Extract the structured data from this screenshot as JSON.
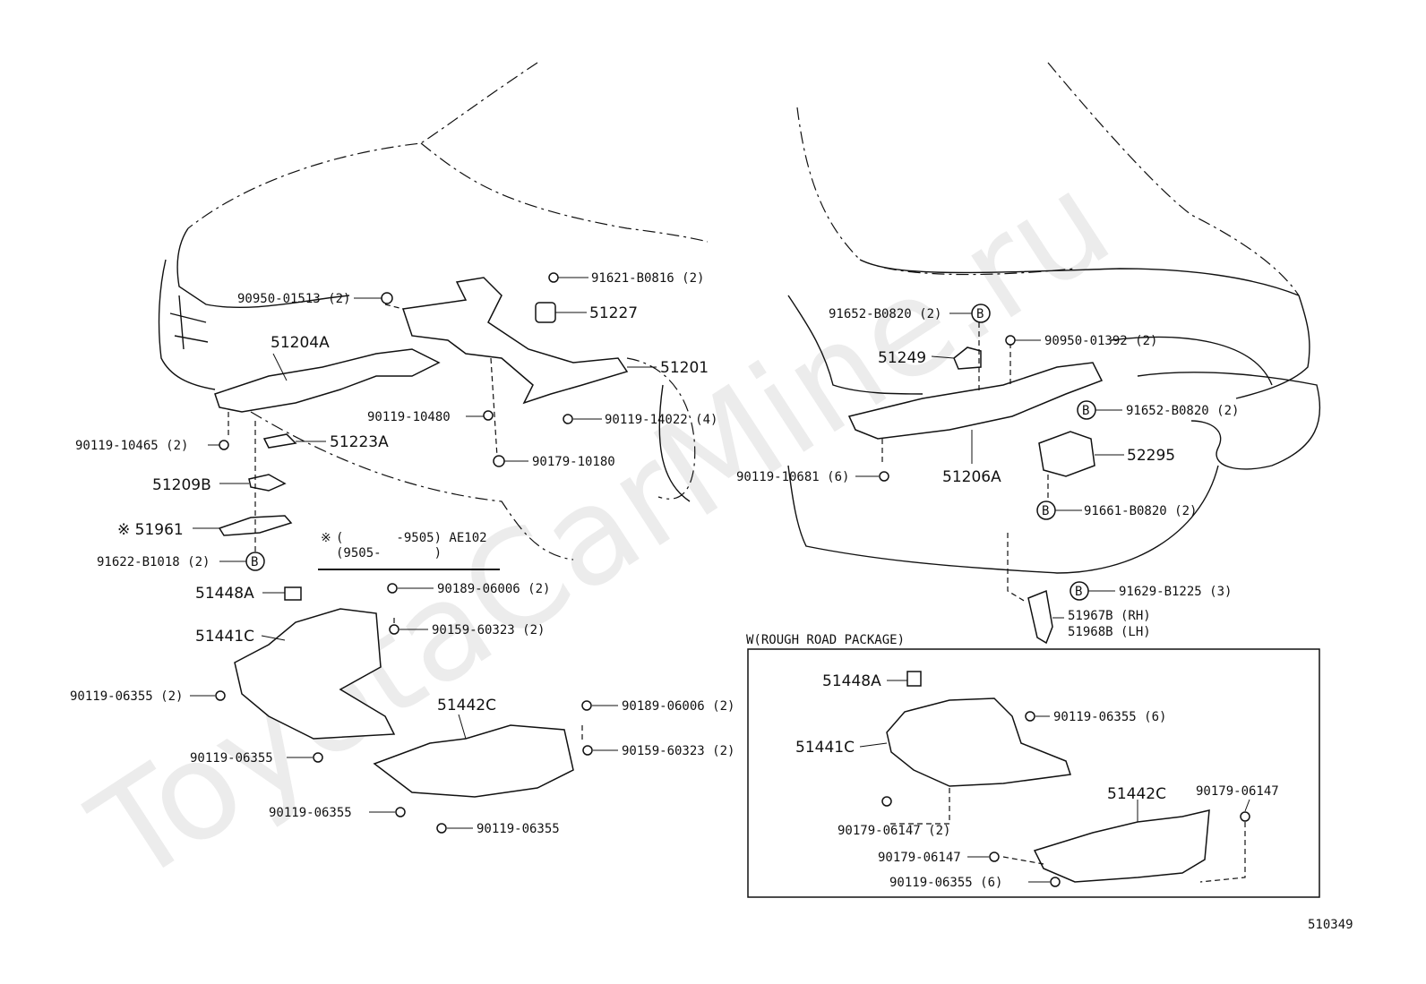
{
  "watermark": "ToyotaCarMine.ru",
  "diagram_id": "510349",
  "legend_note": {
    "mark": "※",
    "line1": "(       -9505) AE102",
    "line2": "(9505-       )"
  },
  "rough_road_box": {
    "title": "W(ROUGH ROAD PACKAGE)"
  },
  "front_labels": {
    "p91621": "91621-B0816 (2)",
    "p90950_01513": "90950-01513 (2)",
    "p51227": "51227",
    "p51204A": "51204A",
    "p51201": "51201",
    "p90119_10480": "90119-10480",
    "p90119_14022": "90119-14022 (4)",
    "p90119_10465": "90119-10465 (2)",
    "p51223A": "51223A",
    "p90179_10180": "90179-10180",
    "p51209B": "51209B",
    "p51961": "※ 51961",
    "p91622": "91622-B1018 (2)",
    "p51448A": "51448A",
    "p90189_a": "90189-06006 (2)",
    "p51441C": "51441C",
    "p90159_a": "90159-60323 (2)",
    "p90119_06355_2": "90119-06355 (2)",
    "p51442C": "51442C",
    "p90189_b": "90189-06006 (2)",
    "p90159_b": "90159-60323 (2)",
    "p90119_06355_a": "90119-06355",
    "p90119_06355_b": "90119-06355",
    "p90119_06355_c": "90119-06355"
  },
  "rear_labels": {
    "p91652_a": "91652-B0820 (2)",
    "p90950_01392": "90950-01392 (2)",
    "p51249": "51249",
    "p91652_b": "91652-B0820 (2)",
    "p90119_10681": "90119-10681 (6)",
    "p51206A": "51206A",
    "p52295": "52295",
    "p91661": "91661-B0820 (2)",
    "p91629": "91629-B1225 (3)",
    "p51967B": "51967B (RH)",
    "p51968B": "51968B (LH)"
  },
  "box_labels": {
    "p51448A": "51448A",
    "p90119_06355_6a": "90119-06355 (6)",
    "p51441C": "51441C",
    "p90179_06147_2": "90179-06147 (2)",
    "p51442C": "51442C",
    "p90179_06147_a": "90179-06147",
    "p90179_06147_b": "90179-06147",
    "p90119_06355_6b": "90119-06355 (6)"
  },
  "circle_mark": "B"
}
